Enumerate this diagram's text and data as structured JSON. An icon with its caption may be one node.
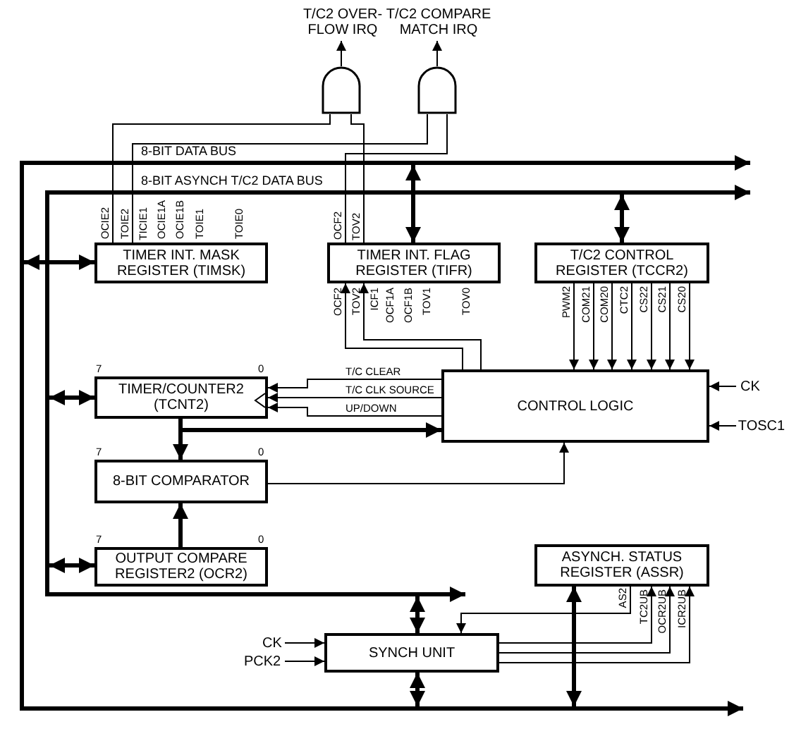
{
  "diagram": {
    "nodes": [
      {
        "text": [
          "T/C2 OVER- FLOW IRQ"
        ]
      },
      {
        "text": [
          "T/C2 COMPARE MATCH IRQ"
        ]
      },
      {
        "text": [],
        "shape": "gate"
      },
      {
        "text": [],
        "shape": "gate"
      },
      {
        "text": [],
        "shape": "bar"
      },
      {
        "text": [],
        "shape": "bar"
      },
      {
        "text": [],
        "shape": "bar"
      },
      {
        "text": [],
        "shape": "bar"
      },
      {
        "text": [],
        "shape": "bar"
      },
      {
        "text": [],
        "shape": "bar"
      },
      {
        "text": [
          "TIMER INT. MASK REGISTER (TIMSK)"
        ]
      },
      {
        "text": [
          "TIMER INT. FLAG REGISTER (TIFR)"
        ]
      },
      {
        "text": [
          "T/C2 CONTROL REGISTER (TCCR2)"
        ]
      },
      {
        "text": [
          "TIMER/COUNTER2 (TCNT2)"
        ]
      },
      {
        "text": [
          "CONTROL LOGIC"
        ]
      },
      {
        "text": [
          "8-BIT COMPARATOR"
        ]
      },
      {
        "text": [
          "OUTPUT COMPARE REGISTER2 (OCR2)"
        ]
      },
      {
        "text": [
          "ASYNCH. STATUS REGISTER (ASSR)"
        ]
      },
      {
        "text": [
          "SYNCH UNIT"
        ]
      },
      {
        "text": [
          "CK"
        ]
      },
      {
        "text": [
          "TOSC1"
        ]
      },
      {
        "text": [
          "CK"
        ]
      },
      {
        "text": [
          "PCK2"
        ]
      }
    ],
    "edges": [
      {
        "from": 2,
        "to": 0,
        "arrow": "to"
      },
      {
        "from": 3,
        "to": 1,
        "arrow": "to"
      },
      {
        "from": 10,
        "to": 2,
        "arrow": "none",
        "label": "OCIE2"
      },
      {
        "from": 10,
        "to": 3,
        "arrow": "none",
        "label": "TOIE2"
      },
      {
        "from": 11,
        "to": 3,
        "arrow": "none",
        "label": "OCF2"
      },
      {
        "from": 11,
        "to": 2,
        "arrow": "none",
        "label": "TOV2"
      },
      {
        "from": 4,
        "to": null,
        "arrow": "to",
        "style": "thick"
      },
      {
        "from": 7,
        "to": null,
        "arrow": "to",
        "style": "thick"
      },
      {
        "from": 4,
        "to": 11,
        "arrow": "both",
        "style": "thick"
      },
      {
        "from": 7,
        "to": 12,
        "arrow": "both",
        "style": "thick"
      },
      {
        "from": 5,
        "to": 10,
        "arrow": "both",
        "style": "thick"
      },
      {
        "from": 14,
        "to": 11,
        "arrow": "to",
        "label": "OCF2"
      },
      {
        "from": 14,
        "to": 11,
        "arrow": "to",
        "label": "TOV2"
      },
      {
        "from": 12,
        "to": 14,
        "arrow": "to",
        "label": "PWM2"
      },
      {
        "from": 12,
        "to": 14,
        "arrow": "to",
        "label": "COM21"
      },
      {
        "from": 12,
        "to": 14,
        "arrow": "to",
        "label": "COM20"
      },
      {
        "from": 12,
        "to": 14,
        "arrow": "to",
        "label": "CTC2"
      },
      {
        "from": 12,
        "to": 14,
        "arrow": "to",
        "label": "CS22"
      },
      {
        "from": 12,
        "to": 14,
        "arrow": "to",
        "label": "CS21"
      },
      {
        "from": 12,
        "to": 14,
        "arrow": "to",
        "label": "CS20"
      },
      {
        "from": 8,
        "to": 13,
        "arrow": "both",
        "style": "thick"
      },
      {
        "from": 14,
        "to": 13,
        "arrow": "to",
        "label": "T/C CLEAR"
      },
      {
        "from": 14,
        "to": 13,
        "arrow": "to",
        "label": "T/C CLK SOURCE"
      },
      {
        "from": 14,
        "to": 13,
        "arrow": "to",
        "label": "UP/DOWN"
      },
      {
        "from": 19,
        "to": 14,
        "arrow": "to"
      },
      {
        "from": 20,
        "to": 14,
        "arrow": "to"
      },
      {
        "from": 13,
        "to": 14,
        "arrow": "to",
        "style": "thick"
      },
      {
        "from": 13,
        "to": 15,
        "arrow": "to",
        "style": "thick"
      },
      {
        "from": 15,
        "to": 14,
        "arrow": "to"
      },
      {
        "from": 16,
        "to": 15,
        "arrow": "to",
        "style": "thick"
      },
      {
        "from": 8,
        "to": 16,
        "arrow": "both",
        "style": "thick"
      },
      {
        "from": 9,
        "to": null,
        "arrow": "to",
        "style": "thick"
      },
      {
        "from": 9,
        "to": 18,
        "arrow": "both",
        "style": "thick"
      },
      {
        "from": 6,
        "to": 18,
        "arrow": "both",
        "style": "thick"
      },
      {
        "from": 6,
        "to": 17,
        "arrow": "both",
        "style": "thick"
      },
      {
        "from": 17,
        "to": 18,
        "arrow": "to",
        "label": "AS2"
      },
      {
        "from": 18,
        "to": 17,
        "arrow": "to",
        "label": "TC2UB"
      },
      {
        "from": 18,
        "to": 17,
        "arrow": "to",
        "label": "OCR2UB"
      },
      {
        "from": 18,
        "to": 17,
        "arrow": "to",
        "label": "ICR2UB"
      },
      {
        "from": 21,
        "to": 18,
        "arrow": "to"
      },
      {
        "from": 22,
        "to": 18,
        "arrow": "to"
      },
      {
        "from": 6,
        "to": null,
        "arrow": "to",
        "style": "thick"
      }
    ],
    "labels": [
      "8-BIT DATA BUS",
      "8-BIT ASYNCH T/C2 DATA BUS",
      "TICIE1",
      "OCIE1A",
      "OCIE1B",
      "TOIE1",
      "TOIE0",
      "ICF1",
      "OCF1A",
      "OCF1B",
      "TOV1",
      "TOV0",
      "7",
      "0",
      "7",
      "0",
      "7",
      "0"
    ]
  }
}
